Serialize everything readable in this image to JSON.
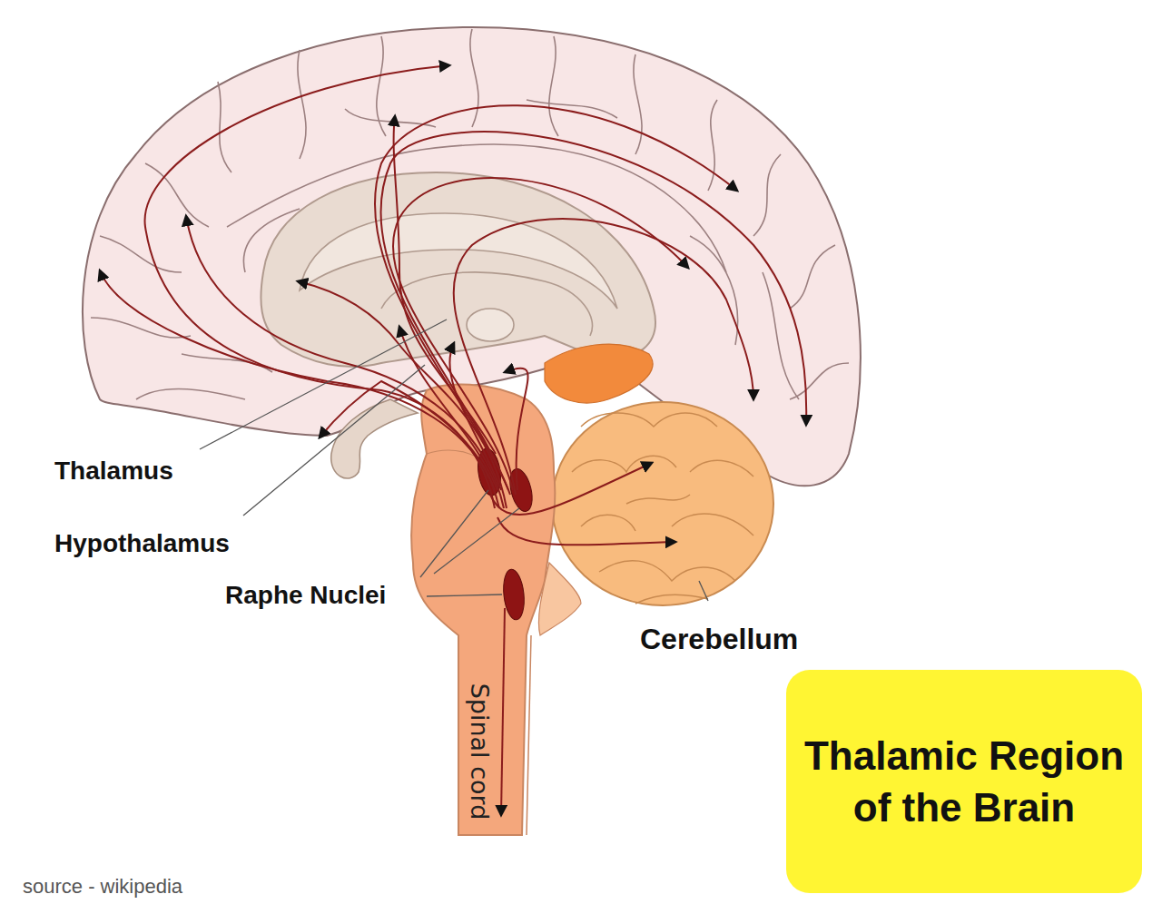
{
  "diagram": {
    "title": "Thalamic Region of the Brain",
    "labels": [
      "Thalamus",
      "Hypothalamus",
      "Raphe Nuclei",
      "Cerebellum",
      "Spinal cord",
      "source - wikipedia"
    ]
  }
}
